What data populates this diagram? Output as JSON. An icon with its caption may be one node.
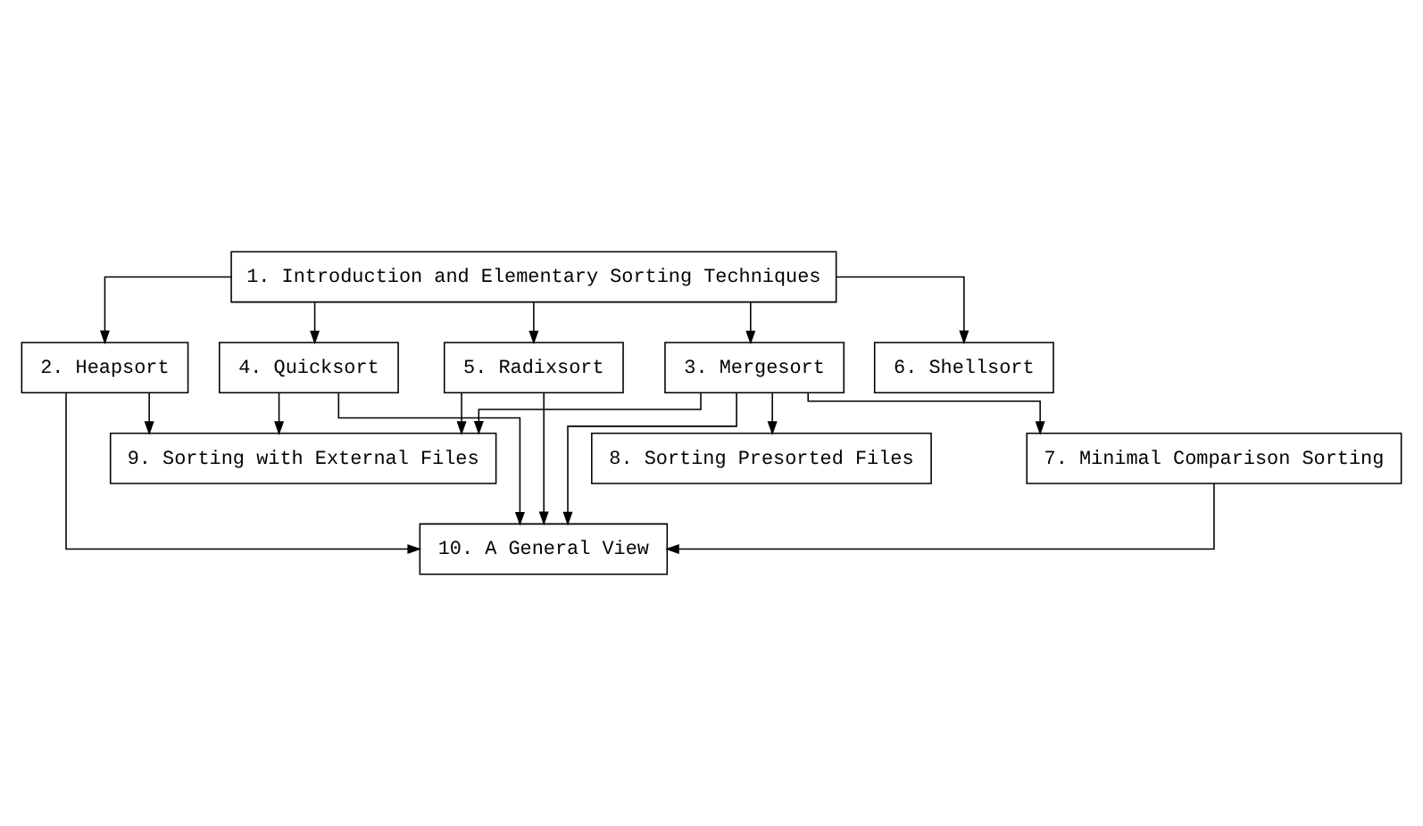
{
  "diagram": {
    "nodes": [
      {
        "text": [
          "1. Introduction and Elementary Sorting Techniques"
        ]
      },
      {
        "text": [
          "2. Heapsort"
        ]
      },
      {
        "text": [
          "3. Mergesort"
        ]
      },
      {
        "text": [
          "6. Shellsort"
        ]
      },
      {
        "text": [
          "4. Quicksort"
        ]
      },
      {
        "text": [
          "7. Minimal Comparison Sorting"
        ]
      },
      {
        "text": [
          "5. Radixsort"
        ]
      },
      {
        "text": [
          "8. Sorting Presorted Files"
        ]
      },
      {
        "text": [
          "9. Sorting with External Files"
        ]
      },
      {
        "text": [
          "10. A General View"
        ]
      }
    ],
    "edges": [
      {
        "from": 0,
        "to": 1,
        "arrow": "to"
      },
      {
        "from": 0,
        "to": 4,
        "arrow": "to"
      },
      {
        "from": 0,
        "to": 6,
        "arrow": "to"
      },
      {
        "from": 0,
        "to": 2,
        "arrow": "to"
      },
      {
        "from": 0,
        "to": 3,
        "arrow": "to"
      },
      {
        "from": 1,
        "to": 8,
        "arrow": "to"
      },
      {
        "from": 1,
        "to": 9,
        "arrow": "to"
      },
      {
        "from": 2,
        "to": 5,
        "arrow": "to"
      },
      {
        "from": 2,
        "to": 7,
        "arrow": "to"
      },
      {
        "from": 2,
        "to": 8,
        "arrow": "to"
      },
      {
        "from": 2,
        "to": 9,
        "arrow": "to"
      },
      {
        "from": 4,
        "to": 8,
        "arrow": "to"
      },
      {
        "from": 4,
        "to": 9,
        "arrow": "to"
      },
      {
        "from": 6,
        "to": 8,
        "arrow": "to"
      },
      {
        "from": 6,
        "to": 9,
        "arrow": "to"
      },
      {
        "from": 5,
        "to": 9,
        "arrow": "to"
      }
    ]
  }
}
